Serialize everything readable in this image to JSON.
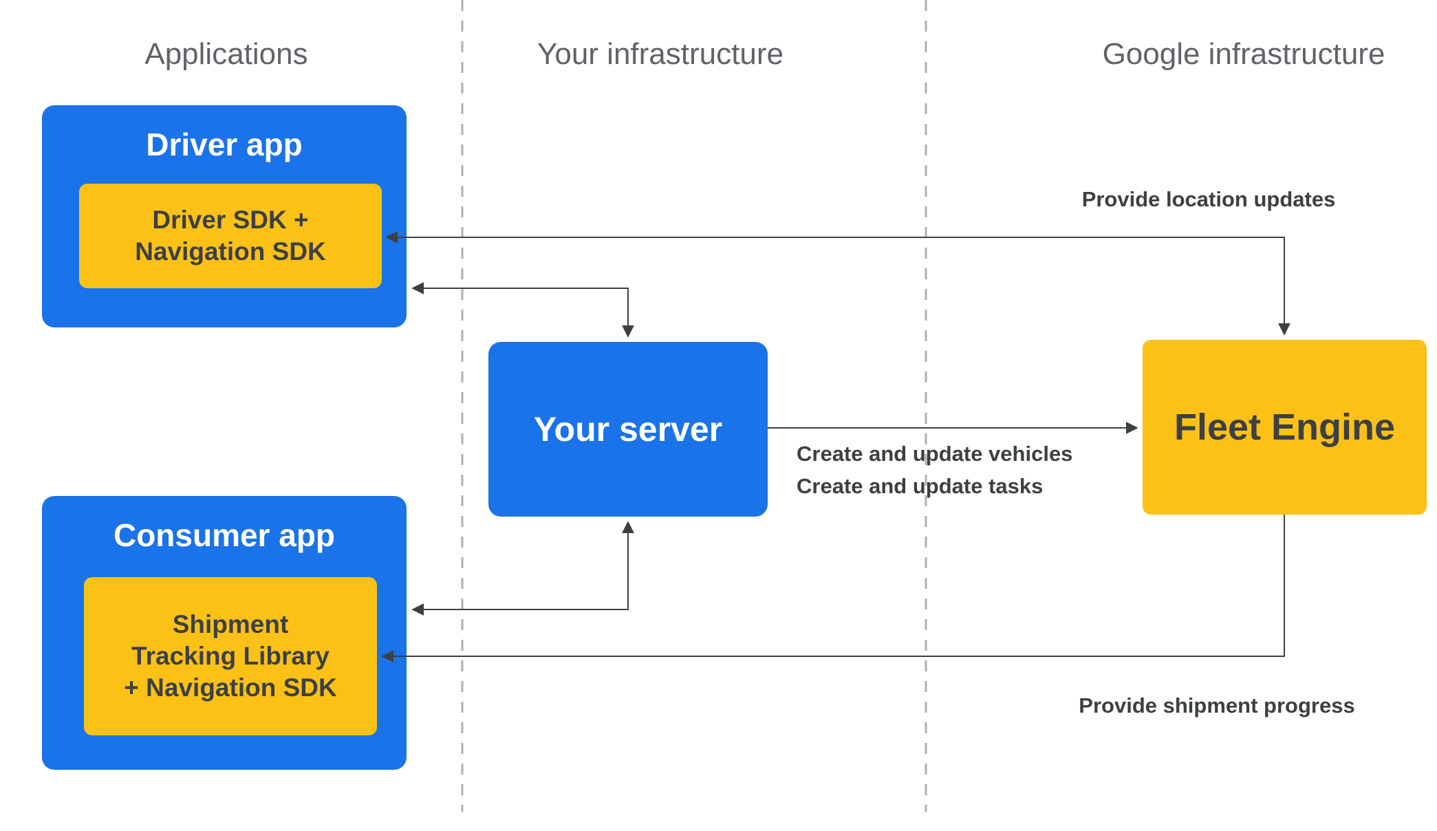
{
  "columns": [
    {
      "label": "Applications"
    },
    {
      "label": "Your infrastructure"
    },
    {
      "label": "Google infrastructure"
    }
  ],
  "boxes": {
    "driver_app": {
      "title": "Driver app",
      "sdk": "Driver SDK +\nNavigation SDK"
    },
    "consumer_app": {
      "title": "Consumer app",
      "sdk": "Shipment\nTracking Library\n+ Navigation SDK"
    },
    "your_server": {
      "title": "Your server"
    },
    "fleet_engine": {
      "title": "Fleet Engine"
    }
  },
  "labels": {
    "location_updates": "Provide location updates",
    "create_update": "Create and update vehicles\nCreate and update tasks",
    "shipment_progress": "Provide shipment progress"
  },
  "colors": {
    "blue": "#1a73e8",
    "yellow": "#fcc117",
    "text_dark": "#3c4043",
    "header_gray": "#5f6368",
    "line": "#3c4043",
    "divider": "#aab0b6"
  }
}
